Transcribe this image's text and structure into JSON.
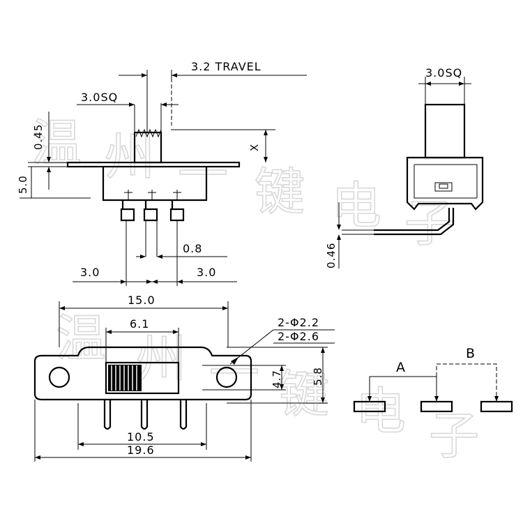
{
  "watermark": {
    "chars": [
      "温",
      "州",
      "一",
      "键",
      "电",
      "子"
    ]
  },
  "top_view": {
    "travel": "3.2 TRAVEL",
    "actuator_width": "3.0SQ",
    "actuator_height": "0.45",
    "body_height": "5.0",
    "stroke_x": "X",
    "pin_width": "0.8",
    "pitch_left": "3.0",
    "pitch_right": "3.0"
  },
  "side_view": {
    "actuator_width": "3.0SQ",
    "pin_thickness": "0.46"
  },
  "front_view": {
    "overall_body": "15.0",
    "slot_width": "6.1",
    "hole_small": "2-Φ2.2",
    "hole_large": "2-Φ2.6",
    "height_inner": "4.7",
    "height_outer": "5.8",
    "pin_span": "10.5",
    "overall_length": "19.6"
  },
  "schematic": {
    "label_a": "A",
    "label_b": "B"
  }
}
